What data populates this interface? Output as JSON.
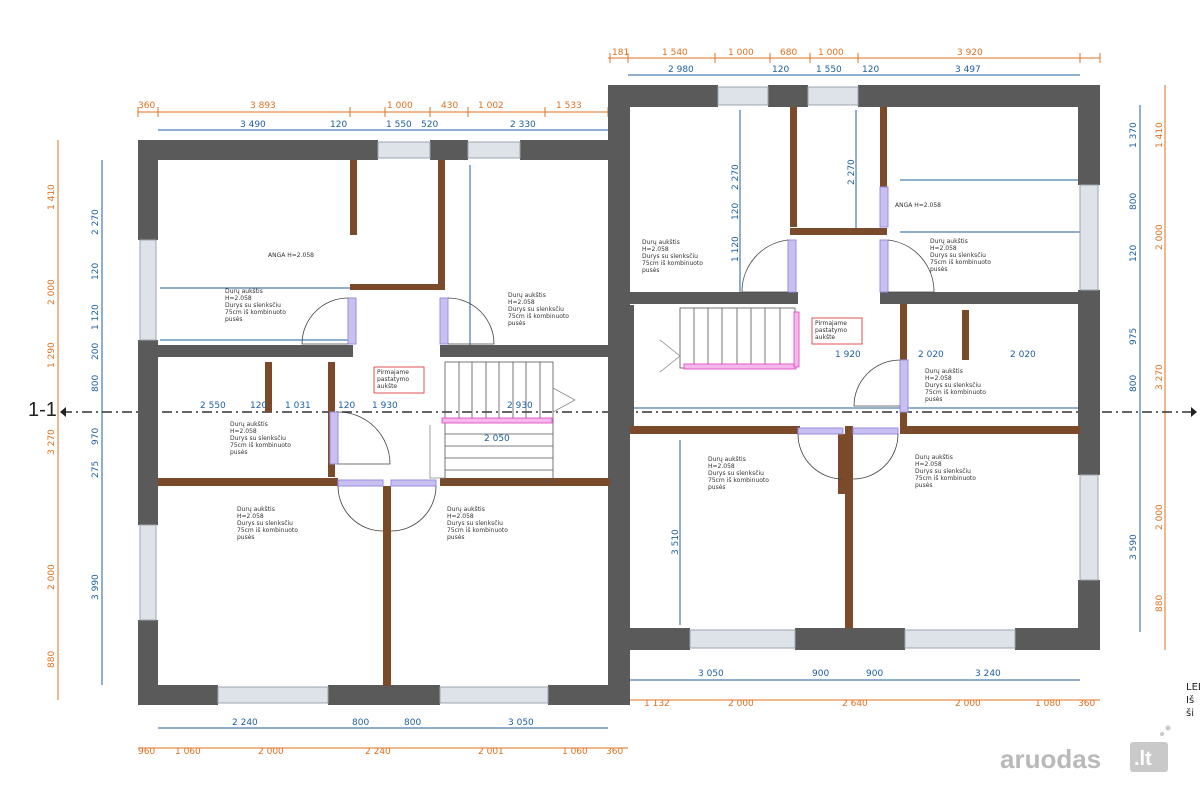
{
  "section_label": "1-1",
  "corner_text": [
    "LED",
    "Iš",
    "ši"
  ],
  "watermark": {
    "text": "aruodas",
    "tld": ".lt"
  },
  "colors": {
    "wall_outer": "#5a5a5a",
    "wall_inner": "#7a4a2a",
    "dim_orange": "#e0701e",
    "dim_blue": "#1f5fa0",
    "window": "#9aa6b2",
    "door": "#9a8ce0",
    "stair_accent": "#e040c0",
    "label_box": "#e05050"
  },
  "dims": {
    "top_left_o": [
      "360",
      "3 893",
      "1 000",
      "430",
      "1 002",
      "1 533"
    ],
    "top_left_b": [
      "3 490",
      "120",
      "1 550",
      "520",
      "2 330"
    ],
    "top_right_o": [
      "181",
      "1 540",
      "1 000",
      "680",
      "1 000",
      "3 920"
    ],
    "top_right_b": [
      "2 980",
      "120",
      "1 550",
      "120",
      "3 497"
    ],
    "left_o": [
      "1 410",
      "2 000",
      "1 290",
      "3 270",
      "2 000",
      "880"
    ],
    "left_b": [
      "2 270",
      "120",
      "1 120",
      "200",
      "800",
      "970",
      "275",
      "3 990"
    ],
    "right_o": [
      "1 410",
      "2 000",
      "3 270",
      "2 000",
      "880"
    ],
    "right_b": [
      "1 370",
      "800",
      "120",
      "975",
      "800",
      "3 590"
    ],
    "bottom_left_b": [
      "2 240",
      "800",
      "800",
      "3 050"
    ],
    "bottom_left_o": [
      "960",
      "1 060",
      "2 000",
      "2 240",
      "2 001",
      "1 060",
      "360"
    ],
    "bottom_right_b": [
      "3 050",
      "900",
      "900",
      "3 240"
    ],
    "bottom_right_o": [
      "1 132",
      "2 000",
      "2 640",
      "2 000",
      "1 080",
      "360"
    ],
    "interior": [
      "2 550",
      "120",
      "1 031",
      "120",
      "1 930",
      "2 930",
      "2 050",
      "1 920",
      "2 020",
      "2 020",
      "3 510",
      "2 270",
      "2 270",
      "1 120",
      "120"
    ]
  },
  "rooms": [
    {
      "lines": [
        "ANGA H=2.058"
      ]
    },
    {
      "lines": [
        "Durų aukštis",
        "H=2.058",
        "Durys su slenksčiu",
        "75cm iš kombinuoto",
        "pusės"
      ]
    },
    {
      "lines": [
        "Durų aukštis",
        "H=2.058",
        "Durys su slenksčiu",
        "75cm iš kombinuoto",
        "pusės"
      ]
    },
    {
      "lines": [
        "Durų aukštis",
        "H=2.058",
        "Durys su slenksčiu",
        "75cm iš kombinuoto",
        "pusės"
      ]
    },
    {
      "lines": [
        "Durų aukštis",
        "H=2.058",
        "Durys su slenksčiu",
        "75cm iš kombinuoto",
        "pusės"
      ]
    },
    {
      "lines": [
        "Durų aukštis",
        "H=2.058",
        "Durys su slenksčiu",
        "75cm iš kombinuoto",
        "pusės"
      ]
    },
    {
      "lines": [
        "Durų aukštis",
        "H=2.058",
        "Durys su slenksčiu",
        "75cm iš kombinuoto",
        "pusės"
      ]
    },
    {
      "lines": [
        "ANGA H=2.058"
      ]
    },
    {
      "lines": [
        "Durų aukštis",
        "H=2.058",
        "Durys su slenksčiu",
        "75cm iš kombinuoto",
        "pusės"
      ]
    },
    {
      "lines": [
        "Durų aukštis",
        "H=2.058",
        "Durys su slenksčiu",
        "75cm iš kombinuoto",
        "pusės"
      ]
    },
    {
      "lines": [
        "Durų aukštis",
        "H=2.058",
        "Durys su slenksčiu",
        "75cm iš kombinuoto",
        "pusės"
      ]
    },
    {
      "lines": [
        "Durų aukštis",
        "H=2.058",
        "Durys su slenksčiu",
        "75cm iš kombinuoto",
        "pusės"
      ]
    }
  ],
  "stair_labels": [
    {
      "lines": [
        "Pirmajame",
        "pastatymo",
        "aukšte"
      ]
    },
    {
      "lines": [
        "Pirmajame",
        "pastatymo",
        "aukšte"
      ]
    }
  ]
}
